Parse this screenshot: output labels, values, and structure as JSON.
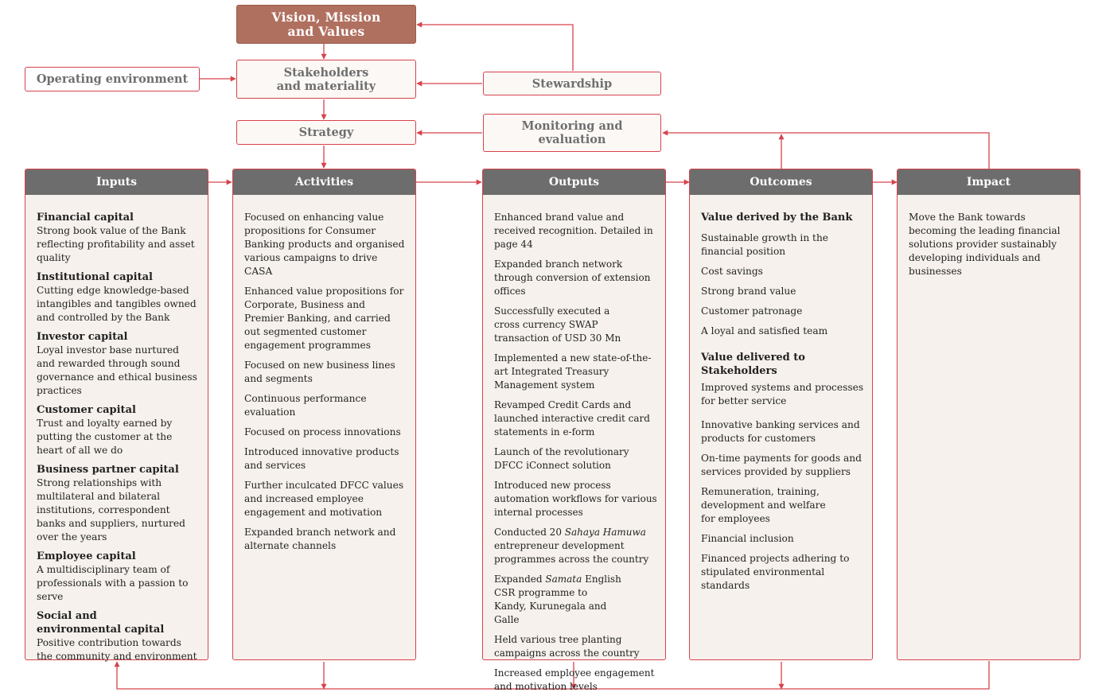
{
  "top": {
    "vision": "Vision, Mission and Values",
    "stakeholders": "Stakeholders and materiality",
    "operating": "Operating environment",
    "stewardship": "Stewardship",
    "strategy": "Strategy",
    "monitoring": "Monitoring and evaluation"
  },
  "inputs": {
    "title": "Inputs",
    "capitals": [
      {
        "title": "Financial capital",
        "text": "Strong book value of the Bank reflecting profitability and asset quality"
      },
      {
        "title": "Institutional capital",
        "text": "Cutting edge knowledge-based intangibles and tangibles owned and controlled by the Bank"
      },
      {
        "title": "Investor capital",
        "text": "Loyal investor base nurtured and rewarded through sound governance and ethical business practices"
      },
      {
        "title": "Customer capital",
        "text": "Trust and loyalty earned by putting the customer at the heart of all we do"
      },
      {
        "title": "Business partner capital",
        "text": "Strong relationships with multilateral and bilateral institutions, correspondent banks and suppliers, nurtured over the years"
      },
      {
        "title": "Employee capital",
        "text": "A multidisciplinary team of professionals with a passion to serve"
      },
      {
        "title": "Social and environmental capital",
        "text": "Positive contribution towards the community and environment"
      }
    ]
  },
  "activities": {
    "title": "Activities",
    "items": [
      "Focused on enhancing value propositions for Consumer Banking products and organised various campaigns to drive CASA",
      "Enhanced value propositions for Corporate, Business and Premier Banking, and carried out segmented customer engagement programmes",
      "Focused on new business lines and segments",
      "Continuous performance evaluation",
      "Focused on process innovations",
      "Introduced innovative products and services",
      "Further inculcated DFCC values and increased employee engagement and motivation",
      "Expanded branch network and alternate channels"
    ]
  },
  "outputs": {
    "title": "Outputs",
    "items": [
      "Enhanced brand value and received recognition. Detailed in page 44",
      "Expanded branch network through conversion of extension offices",
      "Successfully executed a cross currency SWAP transaction of USD 30 Mn",
      "Implemented a new state-of-the-art Integrated Treasury Management system",
      "Revamped Credit Cards and launched interactive credit card statements in e-form",
      "Launch of the revolutionary DFCC iConnect solution",
      "Introduced new process automation workflows for various internal processes"
    ],
    "hamuwa": {
      "pre": "Conducted 20 ",
      "em": "Sahaya Hamuwa",
      "post": " entrepreneur development programmes across the country"
    },
    "samata": {
      "pre": "Expanded ",
      "em": "Samata",
      "post": " English CSR programme to Kandy, Kurunegala and Galle"
    },
    "items_end": [
      "Held various tree planting campaigns across the country",
      "Increased employee engagement and motivation levels"
    ]
  },
  "outcomes": {
    "title": "Outcomes",
    "bank_title": "Value derived by the Bank",
    "bank_items": [
      "Sustainable growth in the financial position",
      "Cost savings",
      "Strong brand value",
      "Customer patronage",
      "A loyal and satisfied team"
    ],
    "stake_title": "Value delivered to Stakeholders",
    "stake_items": [
      "Improved systems and processes for better service",
      "Innovative banking services and products for customers",
      "On-time payments for goods and services provided by suppliers",
      "Remuneration, training, development and welfare for employees",
      "Financial inclusion",
      "Financed projects adhering to stipulated environmental standards"
    ]
  },
  "impact": {
    "title": "Impact",
    "text": "Move the Bank towards becoming the leading financial solutions provider sustainably developing individuals and businesses"
  },
  "colors": {
    "accent": "#d6434c",
    "header": "#6d6d6d",
    "vision": "#b07060",
    "panel": "#f6f1ec"
  }
}
